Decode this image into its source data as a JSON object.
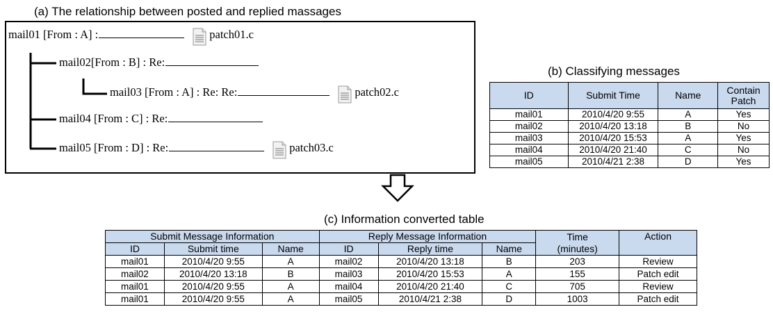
{
  "captions": {
    "a": "(a) The relationship between posted and replied massages",
    "b": "(b) Classifying messages",
    "c": "(c) Information converted table"
  },
  "thread": {
    "mails": [
      {
        "text": "mail01 [From : A] :",
        "file": "patch01.c"
      },
      {
        "text": "mail02[From : B] : Re:",
        "file": ""
      },
      {
        "text": "mail03 [From : A] : Re: Re:",
        "file": "patch02.c"
      },
      {
        "text": "mail04 [From : C] : Re:",
        "file": ""
      },
      {
        "text": "mail05 [From : D] : Re:",
        "file": "patch03.c"
      }
    ]
  },
  "table_b": {
    "headers": {
      "id": "ID",
      "submit_time": "Submit Time",
      "name": "Name",
      "contain_patch_1": "Contain",
      "contain_patch_2": "Patch"
    },
    "rows": [
      {
        "id": "mail01",
        "submit_time": "2010/4/20 9:55",
        "name": "A",
        "patch": "Yes"
      },
      {
        "id": "mail02",
        "submit_time": "2010/4/20 13:18",
        "name": "B",
        "patch": "No"
      },
      {
        "id": "mail03",
        "submit_time": "2010/4/20 15:53",
        "name": "A",
        "patch": "Yes"
      },
      {
        "id": "mail04",
        "submit_time": "2010/4/20 21:40",
        "name": "C",
        "patch": "No"
      },
      {
        "id": "mail05",
        "submit_time": "2010/4/21 2:38",
        "name": "D",
        "patch": "Yes"
      }
    ]
  },
  "table_c": {
    "group_headers": {
      "submit": "Submit Message Information",
      "reply": "Reply Message Information",
      "time_1": "Time",
      "time_2": "(minutes)",
      "action": "Action"
    },
    "sub_headers": {
      "sid": "ID",
      "stime": "Submit time",
      "sname": "Name",
      "rid": "ID",
      "rtime": "Reply time",
      "rname": "Name"
    },
    "rows": [
      {
        "sid": "mail01",
        "stime": "2010/4/20 9:55",
        "sname": "A",
        "rid": "mail02",
        "rtime": "2010/4/20 13:18",
        "rname": "B",
        "minutes": "203",
        "action": "Review"
      },
      {
        "sid": "mail02",
        "stime": "2010/4/20 13:18",
        "sname": "B",
        "rid": "mail03",
        "rtime": "2010/4/20 15:53",
        "rname": "A",
        "minutes": "155",
        "action": "Patch edit"
      },
      {
        "sid": "mail01",
        "stime": "2010/4/20 9:55",
        "sname": "A",
        "rid": "mail04",
        "rtime": "2010/4/20 21:40",
        "rname": "C",
        "minutes": "705",
        "action": "Review"
      },
      {
        "sid": "mail01",
        "stime": "2010/4/20 9:55",
        "sname": "A",
        "rid": "mail05",
        "rtime": "2010/4/21 2:38",
        "rname": "D",
        "minutes": "1003",
        "action": "Patch edit"
      }
    ]
  }
}
